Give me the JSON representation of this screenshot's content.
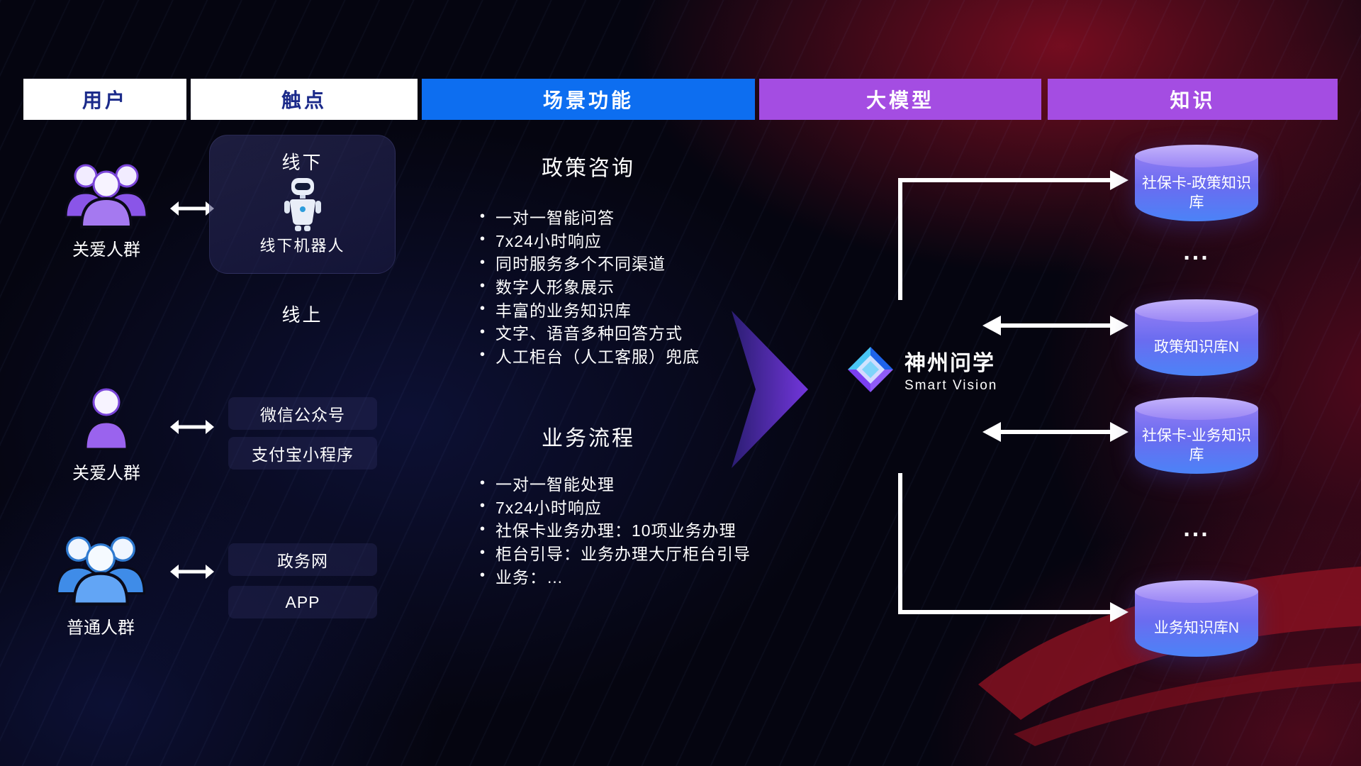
{
  "header": {
    "columns": [
      {
        "label": "用户"
      },
      {
        "label": "触点"
      },
      {
        "label": "场景功能"
      },
      {
        "label": "大模型"
      },
      {
        "label": "知识"
      }
    ]
  },
  "users": {
    "group1": {
      "label": "关爱人群"
    },
    "group2": {
      "label": "关爱人群"
    },
    "group3": {
      "label": "普通人群"
    }
  },
  "touchpoints": {
    "offline": {
      "title": "线下",
      "robot_label": "线下机器人"
    },
    "online_title": "线上",
    "channels": [
      {
        "label": "微信公众号"
      },
      {
        "label": "支付宝小程序"
      },
      {
        "label": "政务网"
      },
      {
        "label": "APP"
      }
    ]
  },
  "scenes": {
    "policy": {
      "title": "政策咨询",
      "items": [
        "一对一智能问答",
        "7x24小时响应",
        "同时服务多个不同渠道",
        "数字人形象展示",
        "丰富的业务知识库",
        "文字、语音多种回答方式",
        "人工柜台（人工客服）兜底"
      ]
    },
    "business": {
      "title": "业务流程",
      "items": [
        "一对一智能处理",
        "7x24小时响应",
        "社保卡业务办理：10项业务办理",
        "柜台引导：业务办理大厅柜台引导",
        "业务：…"
      ]
    }
  },
  "model": {
    "name": "神州问学",
    "subtitle": "Smart Vision"
  },
  "knowledge": {
    "db1": "社保卡-政策知识库",
    "dots1": "...",
    "db2": "政策知识库N",
    "db3": "社保卡-业务知识库",
    "dots2": "...",
    "db4": "业务知识库N"
  },
  "colors": {
    "header_blue": "#0d6ef0",
    "header_purple": "#a44de2",
    "header_light_text": "#1b2a8a",
    "cylinder_top": "#c3b2fb",
    "cylinder_bottom": "#4b83f7",
    "accent_red": "#8c1222",
    "arrow_purple": "#7c3aed"
  }
}
